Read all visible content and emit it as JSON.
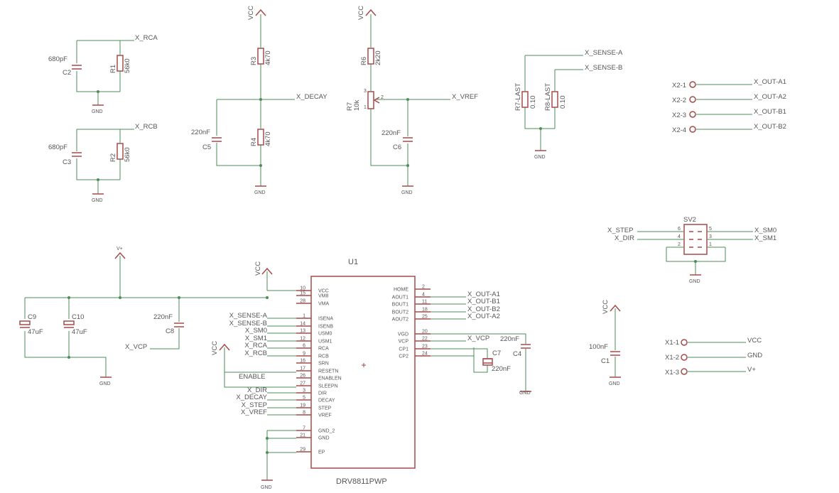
{
  "colors": {
    "wire": "#4b8e56",
    "symbol": "#a54a4a",
    "text": "#555555"
  },
  "labels": {
    "x_rca": "X_RCA",
    "x_rcb": "X_RCB",
    "c2": "C2",
    "c2_val": "680pF",
    "r1": "R1",
    "r1_val": "56k0",
    "c3": "C3",
    "c3_val": "680pF",
    "r2": "R2",
    "r2_val": "56k0",
    "vcc_a": "VCC",
    "r3": "R3",
    "r3_val": "4k70",
    "r4": "R4",
    "r4_val": "4k70",
    "c5": "C5",
    "c5_val": "220nF",
    "x_decay": "X_DECAY",
    "vcc_b": "VCC",
    "r6": "R6",
    "r6_val": "2k20",
    "r7": "R7",
    "r7_val": "10k",
    "pin3": "3",
    "pin1": "1",
    "pin2": "2",
    "x_vref": "X_VREF",
    "c6": "C6",
    "c6_val": "220nF",
    "r7_last": "R7-LAST",
    "r7_last_val": "0.10",
    "r8_last": "R8-LAST",
    "r8_last_val": "0.10",
    "x_sense_a": "X_SENSE-A",
    "x_sense_b": "X_SENSE-B",
    "x2_1": "X2-1",
    "x2_2": "X2-2",
    "x2_3": "X2-3",
    "x2_4": "X2-4",
    "x_out_a1": "X_OUT-A1",
    "x_out_a2": "X_OUT-A2",
    "x_out_b1": "X_OUT-B1",
    "x_out_b2": "X_OUT-B2",
    "sv2": "SV2",
    "sv_p6": "6",
    "sv_p5": "5",
    "sv_p4": "4",
    "sv_p3": "3",
    "sv_p2": "2",
    "sv_p1": "1",
    "x_step": "X_STEP",
    "x_dir": "X_DIR",
    "x_sm0": "X_SM0",
    "x_sm1": "X_SM1",
    "vplus_a": "V+",
    "c9": "C9",
    "c9_val": "47uF",
    "c10": "C10",
    "c10_val": "47uF",
    "c8": "C8",
    "c8_val": "220nF",
    "x_vcp_a": "X_VCP",
    "vcc_u1": "VCC",
    "vcc_c": "VCC",
    "u1": "U1",
    "u1_part": "DRV8811PWP",
    "enable": "ENABLE",
    "c7": "C7",
    "c7_val": "220nF",
    "c4": "C4",
    "c4_val": "220nF",
    "vcc_d": "VCC",
    "c1": "C1",
    "c1_val": "100nF",
    "x1_1": "X1-1",
    "x1_2": "X1-2",
    "x1_3": "X1-3",
    "x1_vcc": "VCC",
    "x1_gnd": "GND",
    "x1_vplus": "V+",
    "gnd": "GND"
  },
  "u1_left_pins": [
    {
      "num": "10",
      "name": "VCC"
    },
    {
      "num": "15",
      "name": "VM8"
    },
    {
      "num": "28",
      "name": "VMA"
    },
    {
      "num": "1",
      "name": "ISENA"
    },
    {
      "num": "14",
      "name": "ISENB"
    },
    {
      "num": "13",
      "name": "USM0"
    },
    {
      "num": "12",
      "name": "USM1"
    },
    {
      "num": "6",
      "name": "RCA"
    },
    {
      "num": "9",
      "name": "RCB"
    },
    {
      "num": "16",
      "name": "SRN"
    },
    {
      "num": "17",
      "name": "RESETN"
    },
    {
      "num": "26",
      "name": "ENABLEN"
    },
    {
      "num": "27",
      "name": "SLEEPN"
    },
    {
      "num": "3",
      "name": "DIR"
    },
    {
      "num": "5",
      "name": "DECAY"
    },
    {
      "num": "19",
      "name": "STEP"
    },
    {
      "num": "8",
      "name": "VREF"
    },
    {
      "num": "7",
      "name": "GND_2"
    },
    {
      "num": "21",
      "name": "GND"
    },
    {
      "num": "29",
      "name": "EP"
    }
  ],
  "u1_right_pins": [
    {
      "num": "2",
      "name": "HOME"
    },
    {
      "num": "4",
      "name": "AOUT1"
    },
    {
      "num": "11",
      "name": "BOUT1"
    },
    {
      "num": "18",
      "name": "BOUT2"
    },
    {
      "num": "25",
      "name": "AOUT2"
    },
    {
      "num": "20",
      "name": "VGD"
    },
    {
      "num": "22",
      "name": "VCP"
    },
    {
      "num": "23",
      "name": "CP1"
    },
    {
      "num": "24",
      "name": "CP2"
    }
  ],
  "u1_left_nets": [
    {
      "name": "X_SENSE-A"
    },
    {
      "name": "X_SENSE-B"
    },
    {
      "name": "X_SM0"
    },
    {
      "name": "X_SM1"
    },
    {
      "name": "X_RCA"
    },
    {
      "name": "X_RCB"
    },
    {
      "name": "X_DIR"
    },
    {
      "name": "X_DECAY"
    },
    {
      "name": "X_STEP"
    },
    {
      "name": "X_VREF"
    }
  ],
  "u1_right_nets": [
    {
      "name": "X_OUT-A1"
    },
    {
      "name": "X_OUT-B1"
    },
    {
      "name": "X_OUT-B2"
    },
    {
      "name": "X_OUT-A2"
    },
    {
      "name": "X_VCP"
    }
  ]
}
